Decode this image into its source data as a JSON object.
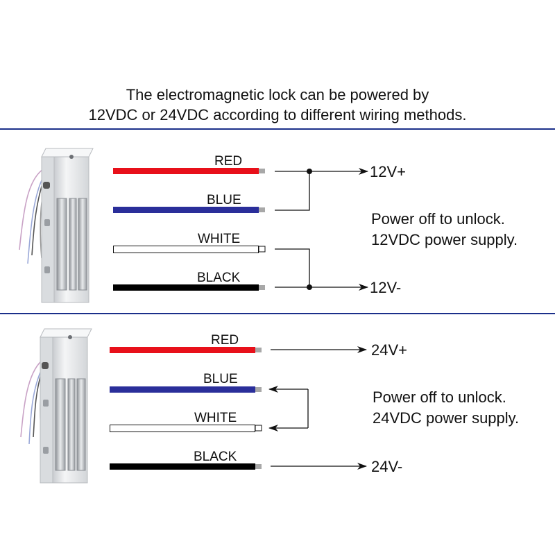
{
  "header": {
    "line1": "The electromagnetic lock can be powered by",
    "line2": "12VDC or 24VDC according to different wiring methods."
  },
  "colors": {
    "divider": "#1b2f8a",
    "red_wire": "#e8101a",
    "blue_wire": "#2a2e9a",
    "white_wire": "#ffffff",
    "black_wire": "#000000",
    "lock_body": "#e4e6e8"
  },
  "panel_12v": {
    "wires": [
      {
        "label": "RED",
        "color": "red"
      },
      {
        "label": "BLUE",
        "color": "blue"
      },
      {
        "label": "WHITE",
        "color": "white"
      },
      {
        "label": "BLACK",
        "color": "black"
      }
    ],
    "positive_label": "12V+",
    "negative_label": "12V-",
    "note_line1": "Power off to unlock.",
    "note_line2": "12VDC power supply."
  },
  "panel_24v": {
    "wires": [
      {
        "label": "RED",
        "color": "red"
      },
      {
        "label": "BLUE",
        "color": "blue"
      },
      {
        "label": "WHITE",
        "color": "white"
      },
      {
        "label": "BLACK",
        "color": "black"
      }
    ],
    "positive_label": "24V+",
    "negative_label": "24V-",
    "note_line1": "Power off to unlock.",
    "note_line2": "24VDC power supply."
  }
}
